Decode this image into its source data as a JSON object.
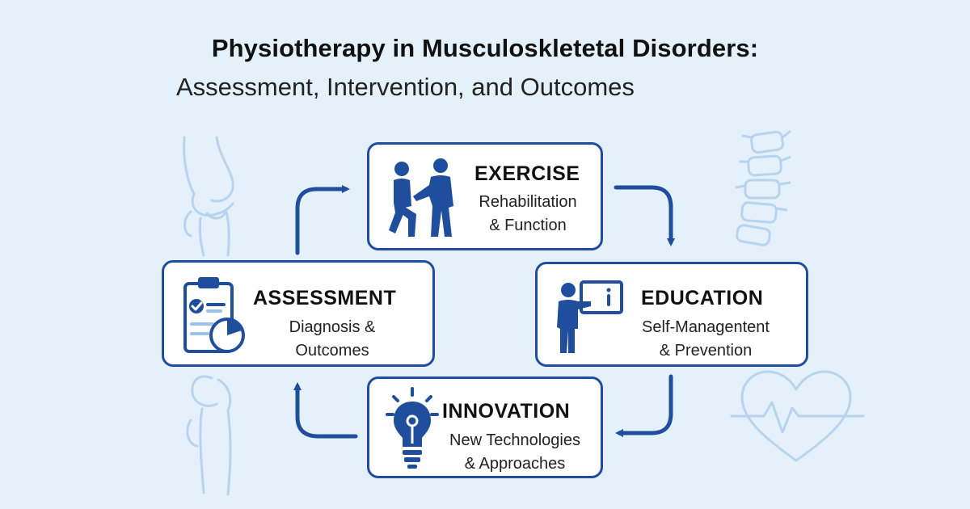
{
  "title": {
    "line1": "Physiotherapy in Musculoskletetal Disorders:",
    "line2": "Assessment, Intervention, and Outcomes"
  },
  "colors": {
    "accent": "#1f4f9c",
    "background": "#e4f1fb",
    "outline": "#b7d3ee"
  },
  "cards": {
    "exercise": {
      "heading": "EXERCISE",
      "line1": "Rehabilitation",
      "line2": "& Function",
      "icon": "therapist-patient-icon"
    },
    "assessment": {
      "heading": "ASSESSMENT",
      "line1": "Diagnosis &",
      "line2": "Outcomes",
      "icon": "clipboard-chart-icon"
    },
    "education": {
      "heading": "EDUCATION",
      "line1": "Self-Managentent",
      "line2": "& Prevention",
      "icon": "teacher-board-icon"
    },
    "innovation": {
      "heading": "INNOVATION",
      "line1": "New Technologies",
      "line2": "& Approaches",
      "icon": "lightbulb-icon"
    }
  },
  "decor": [
    "knee-joint-icon",
    "spine-icon",
    "hip-joint-icon",
    "heart-pulse-icon"
  ]
}
